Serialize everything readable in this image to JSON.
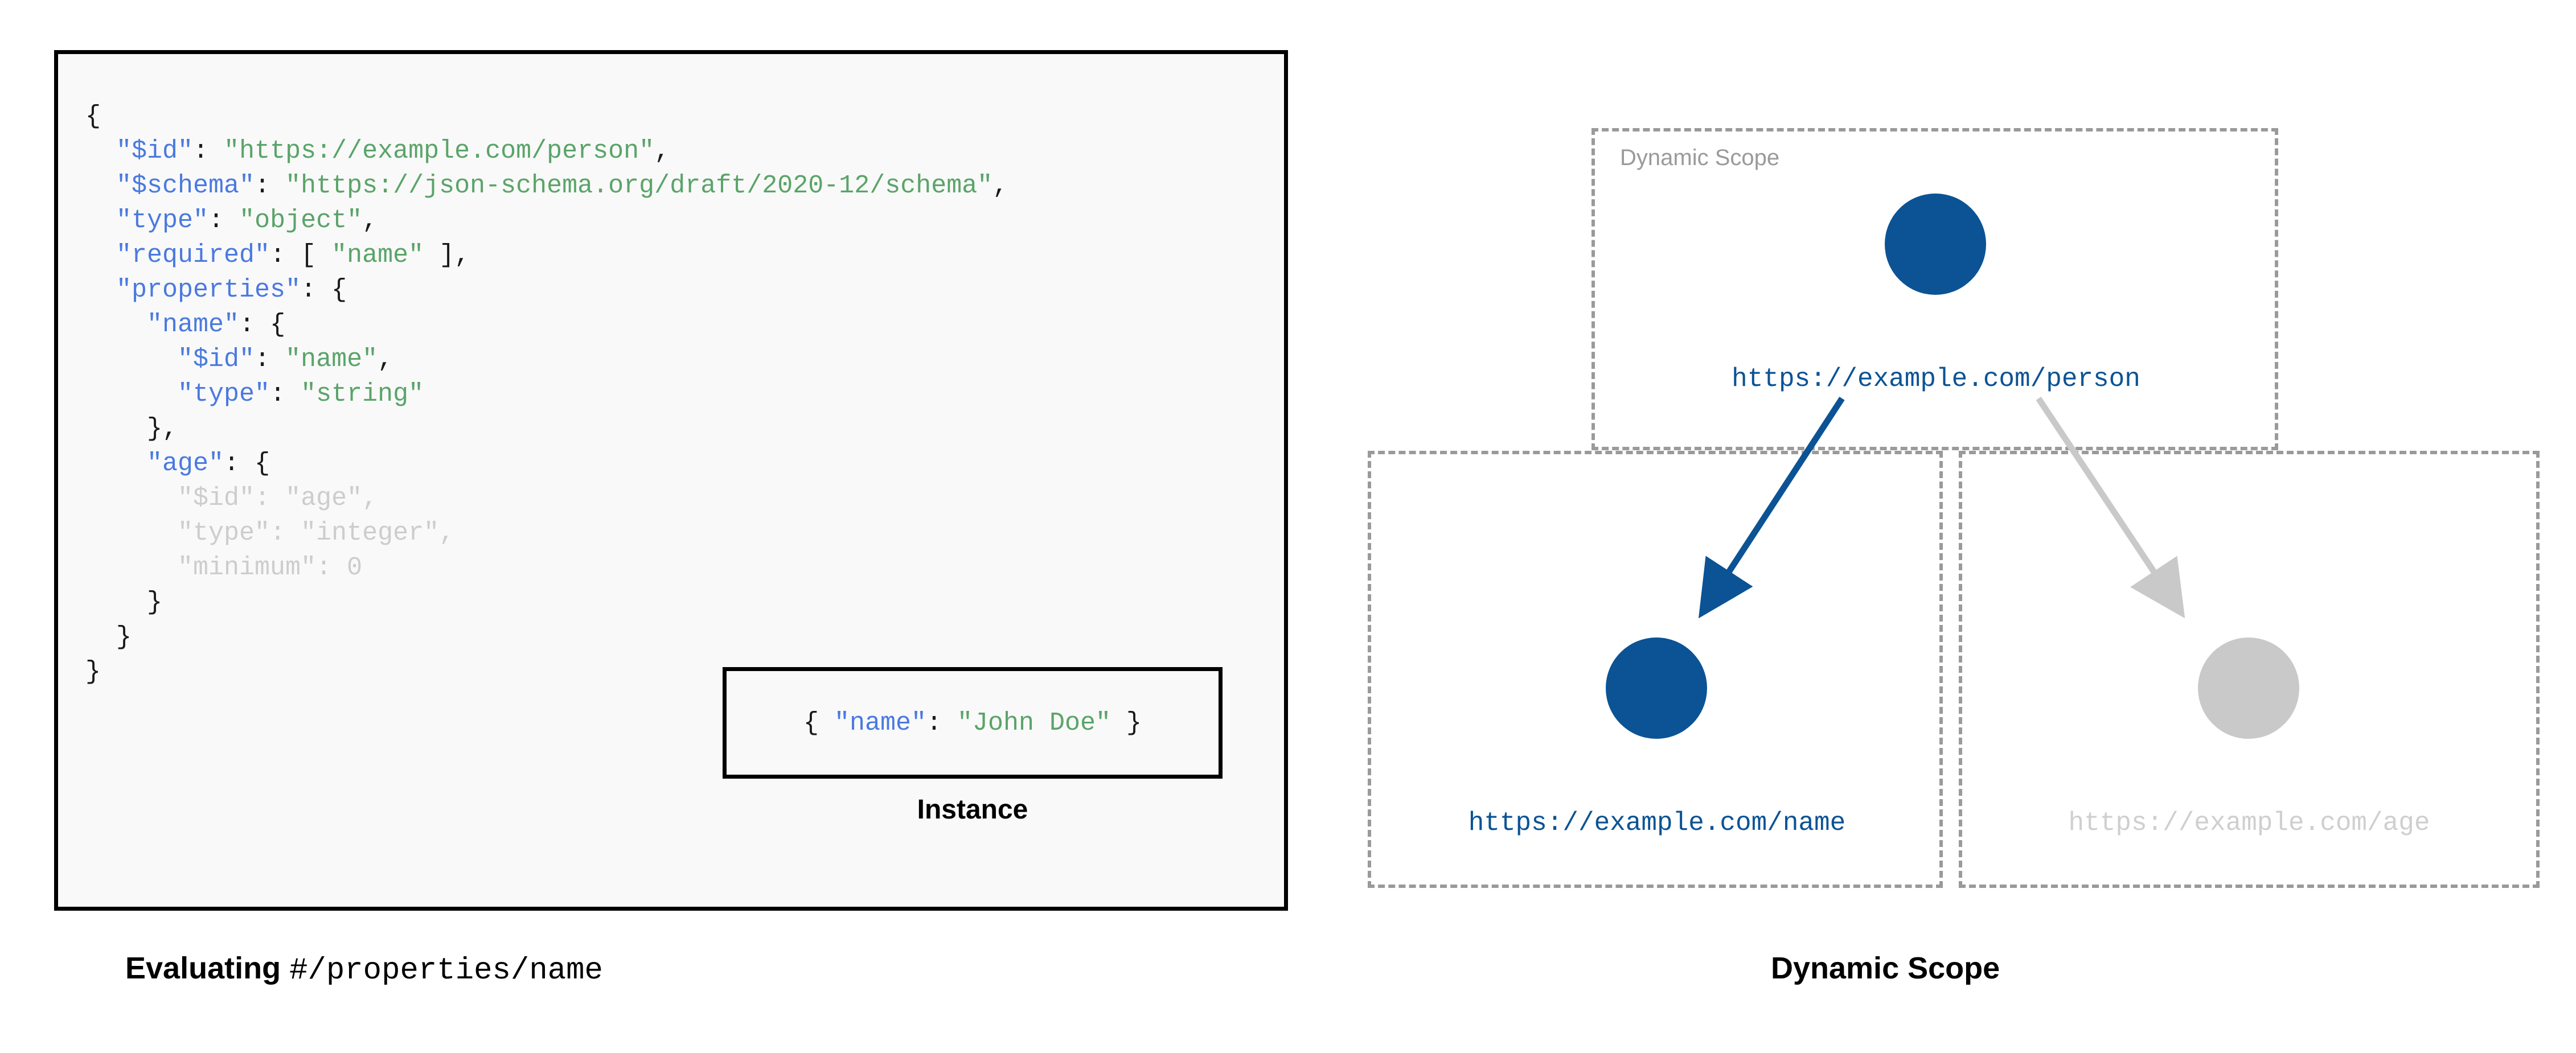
{
  "schema_panel": {
    "code_lines": [
      {
        "indent": 0,
        "tokens": [
          {
            "t": "{",
            "c": "p"
          }
        ]
      },
      {
        "indent": 1,
        "tokens": [
          {
            "t": "\"$id\"",
            "c": "k"
          },
          {
            "t": ": ",
            "c": "p"
          },
          {
            "t": "\"https://example.com/person\"",
            "c": "s"
          },
          {
            "t": ",",
            "c": "p"
          }
        ]
      },
      {
        "indent": 1,
        "tokens": [
          {
            "t": "\"$schema\"",
            "c": "k"
          },
          {
            "t": ": ",
            "c": "p"
          },
          {
            "t": "\"https://json-schema.org/draft/2020-12/schema\"",
            "c": "s"
          },
          {
            "t": ",",
            "c": "p"
          }
        ]
      },
      {
        "indent": 1,
        "tokens": [
          {
            "t": "\"type\"",
            "c": "k"
          },
          {
            "t": ": ",
            "c": "p"
          },
          {
            "t": "\"object\"",
            "c": "s"
          },
          {
            "t": ",",
            "c": "p"
          }
        ]
      },
      {
        "indent": 1,
        "tokens": [
          {
            "t": "\"required\"",
            "c": "k"
          },
          {
            "t": ": [ ",
            "c": "p"
          },
          {
            "t": "\"name\"",
            "c": "s"
          },
          {
            "t": " ],",
            "c": "p"
          }
        ]
      },
      {
        "indent": 1,
        "tokens": [
          {
            "t": "\"properties\"",
            "c": "k"
          },
          {
            "t": ": {",
            "c": "p"
          }
        ]
      },
      {
        "indent": 2,
        "tokens": [
          {
            "t": "\"name\"",
            "c": "k"
          },
          {
            "t": ": {",
            "c": "p"
          }
        ]
      },
      {
        "indent": 3,
        "tokens": [
          {
            "t": "\"$id\"",
            "c": "k"
          },
          {
            "t": ": ",
            "c": "p"
          },
          {
            "t": "\"name\"",
            "c": "s"
          },
          {
            "t": ",",
            "c": "p"
          }
        ]
      },
      {
        "indent": 3,
        "tokens": [
          {
            "t": "\"type\"",
            "c": "k"
          },
          {
            "t": ": ",
            "c": "p"
          },
          {
            "t": "\"string\"",
            "c": "s"
          }
        ]
      },
      {
        "indent": 2,
        "tokens": [
          {
            "t": "},",
            "c": "p"
          }
        ]
      },
      {
        "indent": 2,
        "tokens": [
          {
            "t": "\"age\"",
            "c": "k"
          },
          {
            "t": ": {",
            "c": "p"
          }
        ]
      },
      {
        "indent": 3,
        "tokens": [
          {
            "t": "\"$id\"",
            "c": "dim"
          },
          {
            "t": ": ",
            "c": "dim"
          },
          {
            "t": "\"age\"",
            "c": "dim"
          },
          {
            "t": ",",
            "c": "dim"
          }
        ]
      },
      {
        "indent": 3,
        "tokens": [
          {
            "t": "\"type\"",
            "c": "dim"
          },
          {
            "t": ": ",
            "c": "dim"
          },
          {
            "t": "\"integer\"",
            "c": "dim"
          },
          {
            "t": ",",
            "c": "dim"
          }
        ]
      },
      {
        "indent": 3,
        "tokens": [
          {
            "t": "\"minimum\"",
            "c": "dim"
          },
          {
            "t": ": ",
            "c": "dim"
          },
          {
            "t": "0",
            "c": "dim"
          }
        ]
      },
      {
        "indent": 2,
        "tokens": [
          {
            "t": "}",
            "c": "p"
          }
        ]
      },
      {
        "indent": 1,
        "tokens": [
          {
            "t": "}",
            "c": "p"
          }
        ]
      },
      {
        "indent": 0,
        "tokens": [
          {
            "t": "}",
            "c": "p"
          }
        ]
      }
    ]
  },
  "instance": {
    "tokens": [
      {
        "t": "{ ",
        "c": "p"
      },
      {
        "t": "\"name\"",
        "c": "k"
      },
      {
        "t": ": ",
        "c": "p"
      },
      {
        "t": "\"John Doe\"",
        "c": "s"
      },
      {
        "t": " }",
        "c": "p"
      }
    ],
    "caption": "Instance"
  },
  "captions": {
    "left_bold": "Evaluating ",
    "left_mono": "#/properties/name",
    "right": "Dynamic Scope"
  },
  "diagram": {
    "scope_label": "Dynamic Scope",
    "nodes": [
      {
        "id": "person",
        "label": "https://example.com/person",
        "color": "#0b5394",
        "state": "active"
      },
      {
        "id": "name",
        "label": "https://example.com/name",
        "color": "#0b5394",
        "state": "active"
      },
      {
        "id": "age",
        "label": "https://example.com/age",
        "color": "#c9c9c9",
        "state": "inactive"
      }
    ],
    "edges": [
      {
        "from": "person",
        "to": "name",
        "color": "#0b5394"
      },
      {
        "from": "person",
        "to": "age",
        "color": "#c9c9c9"
      }
    ],
    "box_border_color": "#9a9a9a"
  },
  "colors": {
    "accent_blue": "#0b5394",
    "key_blue": "#4a7ae0",
    "string_green": "#5aa469",
    "dim_grey": "#cdcdcd",
    "panel_bg": "#f9f9f9"
  }
}
